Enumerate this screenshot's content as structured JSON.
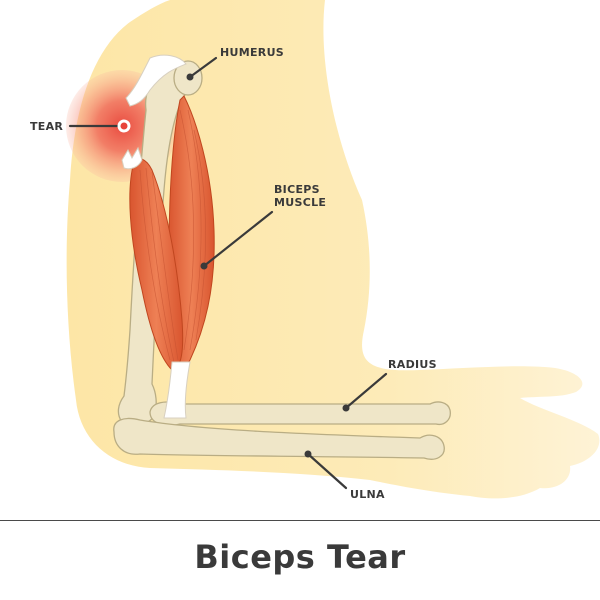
{
  "labels": {
    "humerus": "HUMERUS",
    "tear": "TEAR",
    "biceps_line1": "BICEPS",
    "biceps_line2": "MUSCLE",
    "radius": "RADIUS",
    "ulna": "ULNA"
  },
  "title": "Biceps Tear",
  "colors": {
    "skin": "#fdeab2",
    "bone": "#efe6c8",
    "muscle": "#e8774e",
    "tear_glow": "#e8433a",
    "leader_line": "#3a3a3a"
  }
}
